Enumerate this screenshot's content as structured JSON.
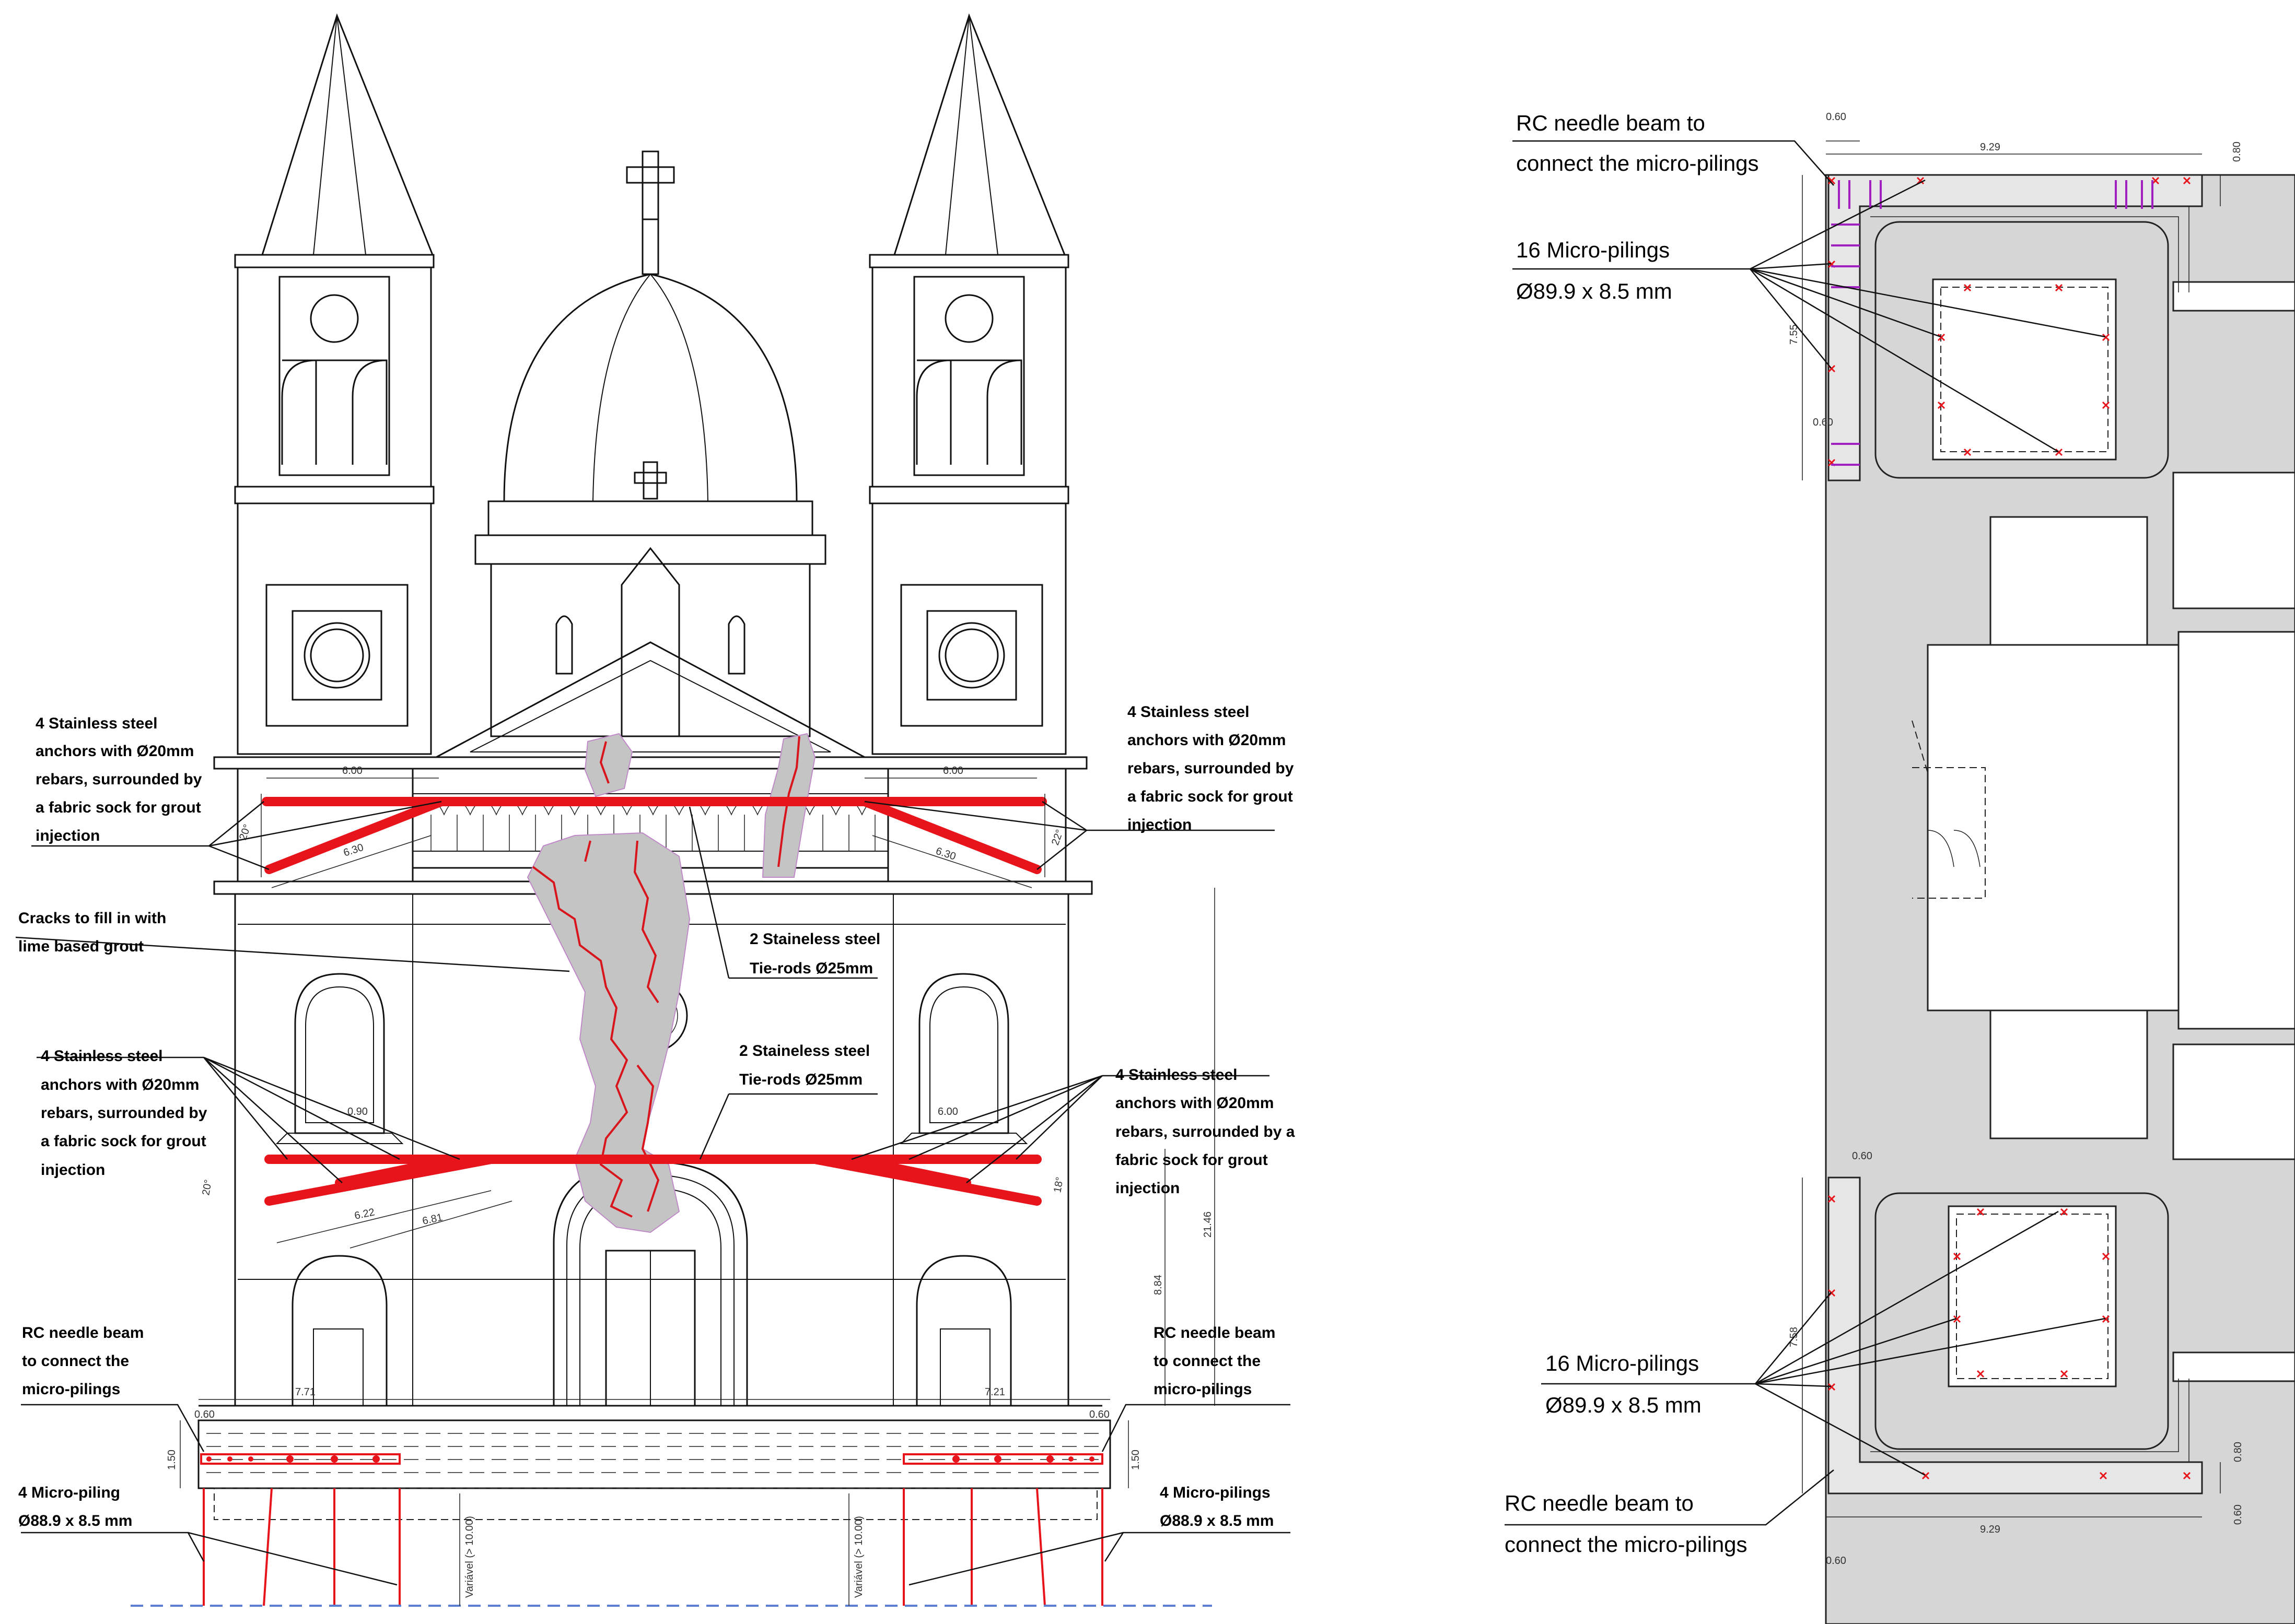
{
  "elevation": {
    "labels": {
      "anchors_top_left": [
        "4 Stainless steel",
        "anchors with Ø20mm",
        "rebars, surrounded by",
        "a fabric sock for grout",
        "injection"
      ],
      "anchors_top_right": [
        "4 Stainless steel",
        "anchors with Ø20mm",
        "rebars, surrounded by",
        "a fabric sock for grout",
        "injection"
      ],
      "cracks": [
        "Cracks to fill in with",
        "lime based grout"
      ],
      "tierods_upper": [
        "2 Staineless steel",
        "Tie-rods Ø25mm"
      ],
      "tierods_lower": [
        "2 Staineless steel",
        "Tie-rods Ø25mm"
      ],
      "anchors_mid_left": [
        "4 Stainless steel",
        "anchors with Ø20mm",
        "rebars, surrounded by",
        "a fabric sock for grout",
        "injection"
      ],
      "anchors_mid_right": [
        "4 Stainless steel",
        "anchors with Ø20mm",
        "rebars, surrounded by a",
        "fabric sock for grout",
        "injection"
      ],
      "needle_left": [
        "RC needle beam",
        "to connect the",
        "micro-pilings"
      ],
      "needle_right": [
        "RC needle beam",
        "to connect the",
        "micro-pilings"
      ],
      "piling_left": [
        "4 Micro-piling",
        "Ø88.9 x 8.5 mm"
      ],
      "piling_right": [
        "4 Micro-pilings",
        "Ø88.9 x 8.5 mm"
      ]
    },
    "dims": {
      "top_left": "6.00",
      "top_right": "6.00",
      "diag_left": "6.30",
      "diag_right": "6.30",
      "angle_left": "20°",
      "angle_right": "22°",
      "win_left": "0.90",
      "win_right": "6.00",
      "low_left_a": "6.22",
      "low_left_b": "6.81",
      "low_angle_left": "20°",
      "low_angle_right": "18°",
      "height_a": "21.46",
      "height_b": "8.84",
      "base_left": "7.71",
      "base_right": "7.21",
      "beam_h_left": "1.50",
      "beam_h_right": "1.50",
      "beam_w_left": "0.60",
      "beam_w_right": "0.60",
      "variable_left": "Variável (> 10.00)",
      "variable_right": "Variável (> 10.00)"
    }
  },
  "plan": {
    "labels": {
      "needle_top": [
        "RC needle beam to",
        "connect the micro-pilings"
      ],
      "pilings_top": [
        "16 Micro-pilings",
        "Ø89.9 x 8.5 mm"
      ],
      "pilings_bottom": [
        "16 Micro-pilings",
        "Ø89.9 x 8.5 mm"
      ],
      "needle_bottom": [
        "RC needle beam to",
        "connect the micro-pilings"
      ]
    },
    "dims": {
      "top_w": "9.29",
      "bottom_w": "9.29",
      "top_left_thick": "0.60",
      "top_right_thick": "0.80",
      "top_depth": "7.55",
      "top_inner": "0.60",
      "bottom_left_thick": "0.60",
      "bottom_depth": "7.58",
      "bottom_right_thick": "0.80",
      "bottom_right_thick2": "0.60",
      "bottom_edge": "0.60"
    }
  },
  "colors": {
    "intervention": "#e8141c",
    "damage_zone": "#c4c4c4",
    "rebar": "#a020c0"
  }
}
